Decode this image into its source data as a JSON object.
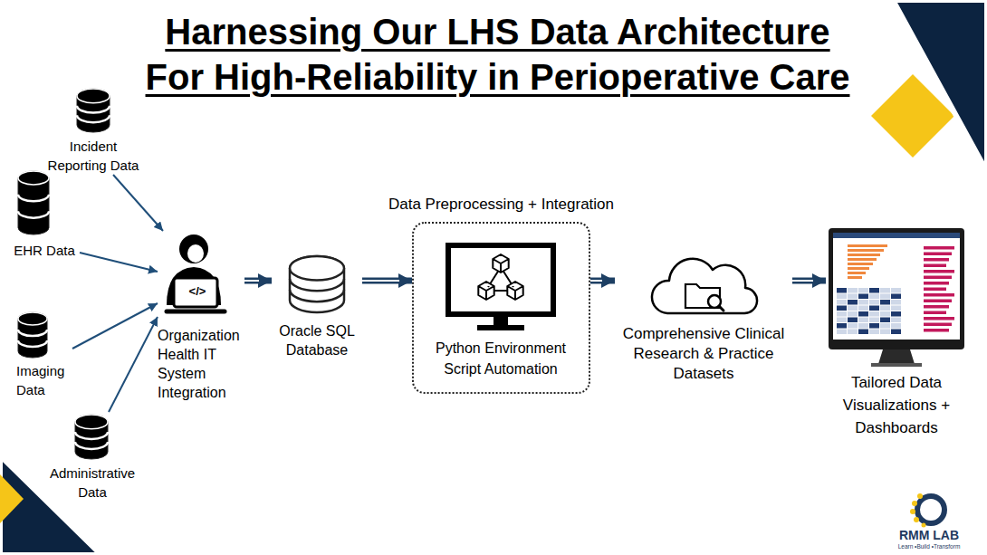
{
  "diagram": {
    "title": "Harnessing Our LHS Data Architecture For High-Reliability in Perioperative Care",
    "nodes": [
      {
        "text": [
          "Incident Reporting Data"
        ]
      },
      {
        "text": [
          "EHR Data"
        ]
      },
      {
        "text": [
          "Imaging Data"
        ]
      },
      {
        "text": [
          "Administrative Data"
        ]
      },
      {
        "text": [
          "Organization Health IT System Integration"
        ]
      },
      {
        "text": [
          "Oracle SQL Database"
        ]
      },
      {
        "text": [
          "Data Preprocessing + Integration"
        ]
      },
      {
        "text": [
          "Python Environment Script Automation"
        ],
        "in": 6
      },
      {
        "text": [
          "Comprehensive Clinical Research & Practice Datasets"
        ]
      },
      {
        "text": [
          "Tailored Data Visualizations + Dashboards"
        ]
      }
    ],
    "edges": [
      {
        "from": 0,
        "to": 4,
        "arrow": "to"
      },
      {
        "from": 1,
        "to": 4,
        "arrow": "to"
      },
      {
        "from": 2,
        "to": 4,
        "arrow": "to"
      },
      {
        "from": 3,
        "to": 4,
        "arrow": "to"
      },
      {
        "from": 4,
        "to": 5,
        "arrow": "to"
      },
      {
        "from": 5,
        "to": 6,
        "arrow": "to"
      },
      {
        "from": 6,
        "to": 8,
        "arrow": "to"
      },
      {
        "from": 8,
        "to": 9,
        "arrow": "to"
      }
    ],
    "labels": [
      "</>",
      "RMM LAB",
      "Learn •Build •Transform"
    ]
  }
}
